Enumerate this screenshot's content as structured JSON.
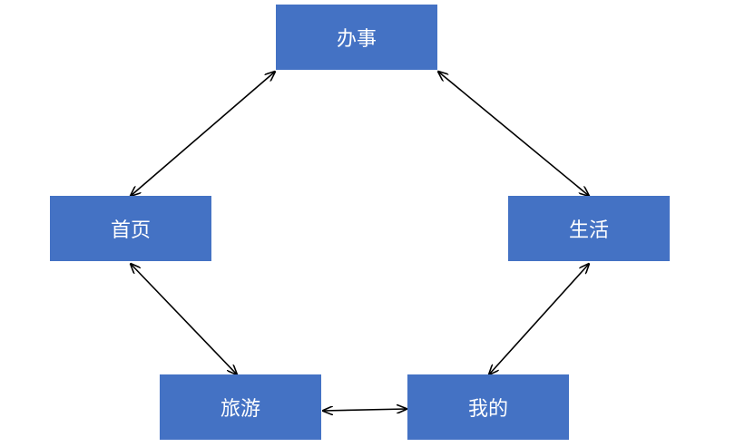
{
  "diagram": {
    "nodes": [
      {
        "id": "banshi",
        "label": "办事"
      },
      {
        "id": "shouye",
        "label": "首页"
      },
      {
        "id": "shenghuo",
        "label": "生活"
      },
      {
        "id": "lvyou",
        "label": "旅游"
      },
      {
        "id": "wode",
        "label": "我的"
      }
    ],
    "edges": [
      {
        "from": "banshi",
        "to": "shouye",
        "direction": "both"
      },
      {
        "from": "banshi",
        "to": "shenghuo",
        "direction": "both"
      },
      {
        "from": "shouye",
        "to": "lvyou",
        "direction": "both"
      },
      {
        "from": "shenghuo",
        "to": "wode",
        "direction": "both"
      },
      {
        "from": "lvyou",
        "to": "wode",
        "direction": "both"
      }
    ],
    "colors": {
      "node_fill": "#4472c4",
      "node_text": "#ffffff",
      "edge": "#000000",
      "background": "#ffffff"
    }
  }
}
